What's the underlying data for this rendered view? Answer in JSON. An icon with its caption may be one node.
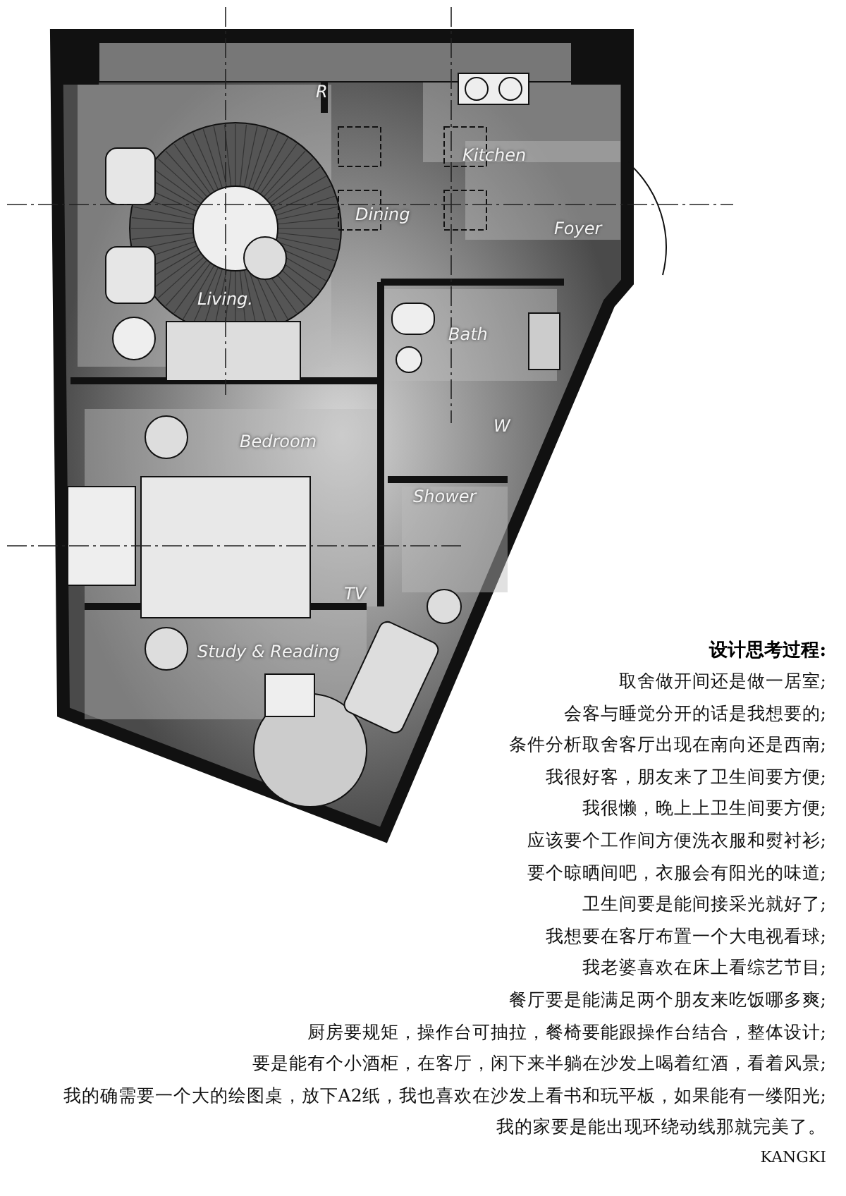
{
  "diagram": {
    "title": "设计思考过程:",
    "labels": [
      "R",
      "Kitchen",
      "Dining",
      "Foyer",
      "Living.",
      "Bath",
      "W",
      "Bedroom",
      "Shower",
      "TV",
      "Study & Reading",
      "取舍做开间还是做一居室;",
      "会客与睡觉分开的话是我想要的;",
      "条件分析取舍客厅出现在南向还是西南;",
      "我很好客，朋友来了卫生间要方便;",
      "我很懒，晚上上卫生间要方便;",
      "应该要个工作间方便洗衣服和熨衬衫;",
      "要个晾晒间吧，衣服会有阳光的味道;",
      "卫生间要是能间接采光就好了;",
      "我想要在客厅布置一个大电视看球;",
      "我老婆喜欢在床上看综艺节目;",
      "餐厅要是能满足两个朋友来吃饭哪多爽;",
      "厨房要规矩，操作台可抽拉，餐椅要能跟操作台结合，整体设计;",
      "要是能有个小酒柜，在客厅，闲下来半躺在沙发上喝着红酒，看着风景;",
      "我的确需要一个大的绘图桌，放下A2纸，我也喜欢在沙发上看书和玩平板，如果能有一缕阳光;",
      "我的家要是能出现环绕动线那就完美了。",
      "KANGKI"
    ]
  }
}
